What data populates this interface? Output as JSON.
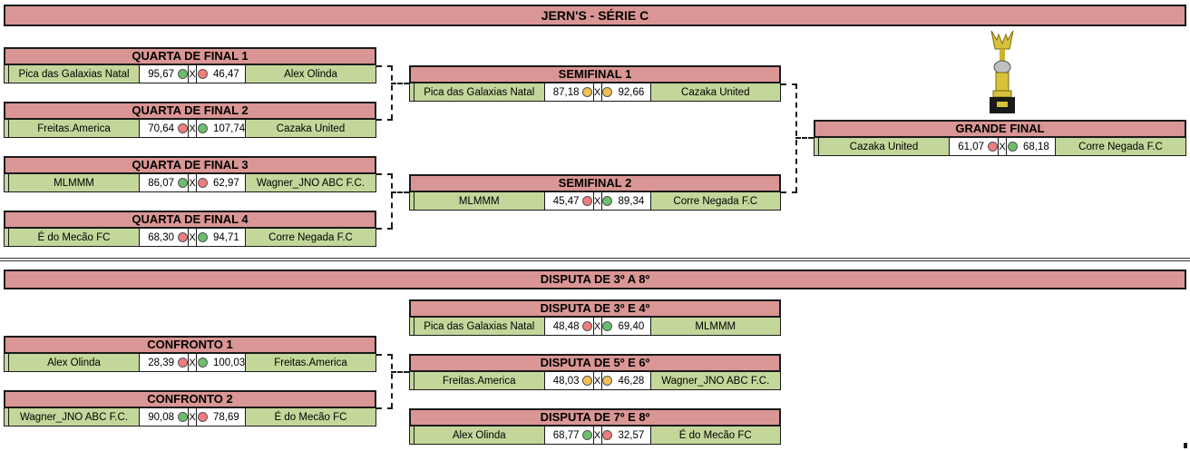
{
  "title": "JERN'S - SÉRIE C",
  "lower_title": "DISPUTA DE 3º A 8º",
  "matches": {
    "qf1": {
      "label": "QUARTA DE FINAL 1",
      "home": "Pica das Galaxias Natal",
      "home_score": "95,67",
      "away_score": "46,47",
      "away": "Alex Olinda"
    },
    "qf2": {
      "label": "QUARTA DE FINAL 2",
      "home": "Freitas.America",
      "home_score": "70,64",
      "away_score": "107,74",
      "away": "Cazaka United"
    },
    "qf3": {
      "label": "QUARTA DE FINAL 3",
      "home": "MLMMM",
      "home_score": "86,07",
      "away_score": "62,97",
      "away": "Wagner_JNO ABC F.C."
    },
    "qf4": {
      "label": "QUARTA DE FINAL 4",
      "home": "É do Mecão FC",
      "home_score": "68,30",
      "away_score": "94,71",
      "away": "Corre Negada F.C"
    },
    "sf1": {
      "label": "SEMIFINAL 1",
      "home": "Pica das Galaxias Natal",
      "home_score": "87,18",
      "away_score": "92,66",
      "away": "Cazaka United"
    },
    "sf2": {
      "label": "SEMIFINAL 2",
      "home": "MLMMM",
      "home_score": "45,47",
      "away_score": "89,34",
      "away": "Corre Negada F.C"
    },
    "final": {
      "label": "GRANDE FINAL",
      "home": "Cazaka United",
      "home_score": "61,07",
      "away_score": "68,18",
      "away": "Corre Negada F.C"
    },
    "c1": {
      "label": "CONFRONTO 1",
      "home": "Alex Olinda",
      "home_score": "28,39",
      "away_score": "100,03",
      "away": "Freitas.America"
    },
    "c2": {
      "label": "CONFRONTO 2",
      "home": "Wagner_JNO ABC F.C.",
      "home_score": "90,08",
      "away_score": "78,69",
      "away": "É do Mecão FC"
    },
    "p34": {
      "label": "DISPUTA DE 3º E 4º",
      "home": "Pica das Galaxias Natal",
      "home_score": "48,48",
      "away_score": "69,40",
      "away": "MLMMM"
    },
    "p56": {
      "label": "DISPUTA DE 5º E 6º",
      "home": "Freitas.America",
      "home_score": "48,03",
      "away_score": "46,28",
      "away": "Wagner_JNO ABC F.C."
    },
    "p78": {
      "label": "DISPUTA DE 7º E 8º",
      "home": "Alex Olinda",
      "home_score": "68,77",
      "away_score": "32,57",
      "away": "É do Mecão FC"
    }
  },
  "status_colors": {
    "win": "#6bbf6b",
    "loss": "#f07c7c",
    "draw": "#f4c150"
  },
  "vs_glyph": "X",
  "trophy_icon": "trophy-icon"
}
